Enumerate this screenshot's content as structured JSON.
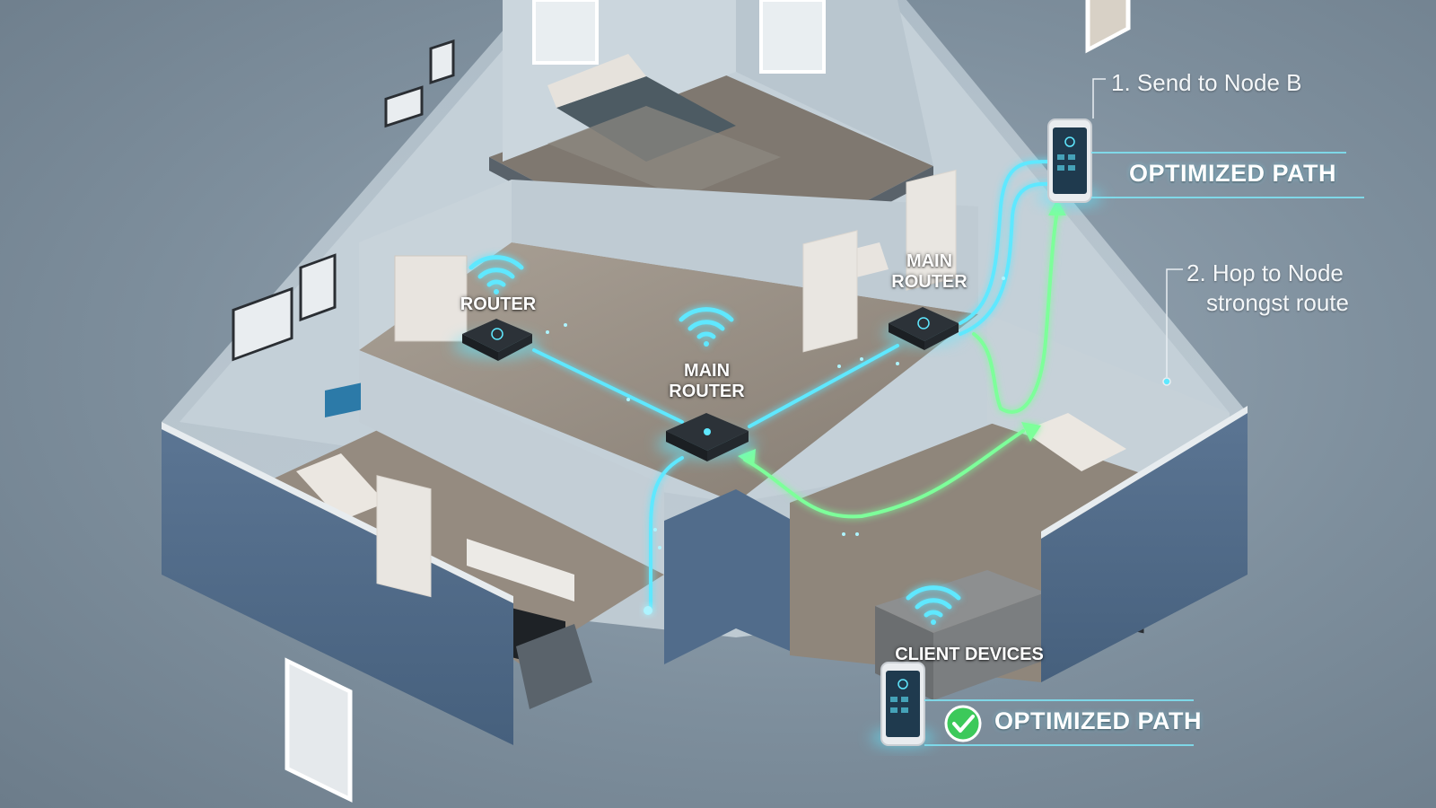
{
  "labels": {
    "router_left": "ROUTER",
    "main_router_center": [
      "MAIN",
      "ROUTER"
    ],
    "main_router_right": [
      "MAIN",
      "ROUTER"
    ],
    "client_devices": "CLIENT DEVICES"
  },
  "callouts": {
    "step1": "1. Send to Node B",
    "step2_line1": "2. Hop to Node",
    "step2_line2": "strongst route"
  },
  "badges": {
    "optimized_top": "OPTIMIZED PATH",
    "optimized_bottom": "OPTIMIZED PATH"
  },
  "colors": {
    "wifi_cyan": "#5fe8ff",
    "path_green": "#7dff9a",
    "wall_blue": "#4f6a88",
    "floor_wood": "#9c9287",
    "check_green": "#3cc95a"
  }
}
